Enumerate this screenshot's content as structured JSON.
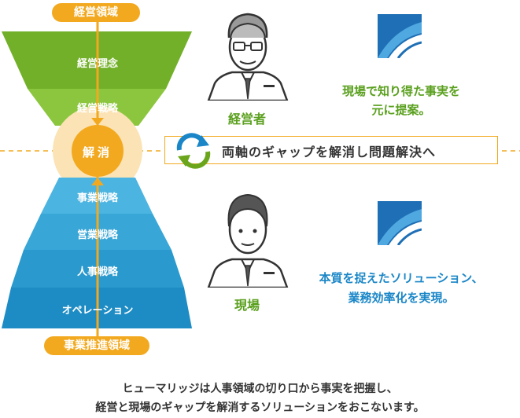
{
  "top_pill": "経営領域",
  "bottom_pill": "事業推進領域",
  "funnel_top": [
    "経営理念",
    "経営戦略"
  ],
  "center_label": "解消",
  "funnel_bottom": [
    "事業戦略",
    "営業戦略",
    "人事戦略",
    "オペレーション"
  ],
  "banner_text": "両軸のギャップを解消し問題解決へ",
  "manager_label": "経営者",
  "field_label": "現場",
  "manager_text": [
    "現場で知り得た事実を",
    "元に提案。"
  ],
  "field_text": [
    "本質を捉えたソリューション、",
    "業務効率化を実現。"
  ],
  "footer": [
    "ヒューマリッジは人事領域の切り口から事実を把握し、",
    "経営と現場のギャップを解消するソリューションをおこないます。"
  ],
  "colors": {
    "orange": "#f2a91f",
    "green_dark": "#6aa51c",
    "green_light": "#8cc63f",
    "blue_dark": "#1f8fc4",
    "blue_light": "#4cb4e0",
    "text_green": "#5aa01e",
    "text_blue": "#1a86c7"
  },
  "icons": [
    "cycle-arrows-icon",
    "logo-icon",
    "manager-person-icon",
    "worker-person-icon"
  ]
}
